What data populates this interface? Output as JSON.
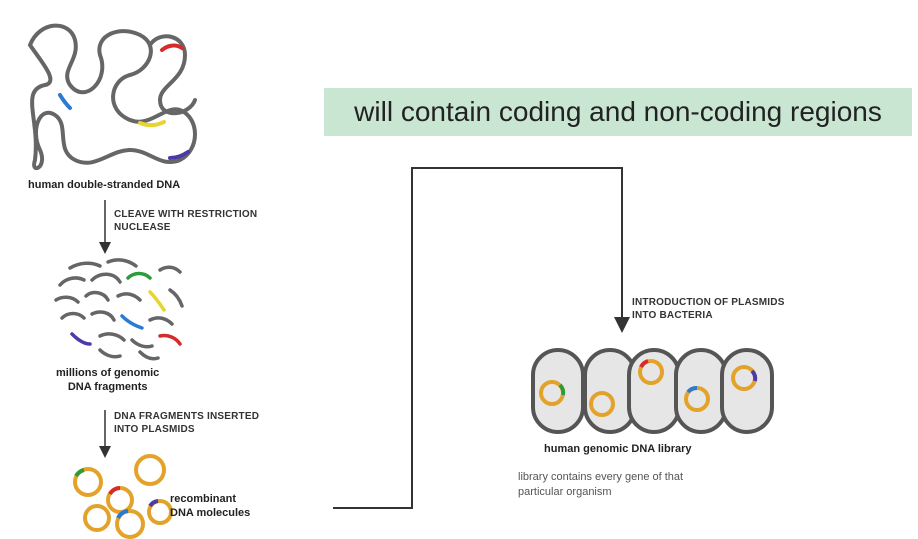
{
  "banner": {
    "text": "will contain coding and non-coding regions",
    "bg": "#c9e6d2"
  },
  "labels": {
    "human_dna": "human double-stranded DNA",
    "fragments_line1": "millions of genomic",
    "fragments_line2": "DNA fragments",
    "recombinant_line1": "recombinant",
    "recombinant_line2": "DNA molecules",
    "library": "human genomic DNA library",
    "library_note_line1": "library contains every gene of that",
    "library_note_line2": "particular organism"
  },
  "steps": {
    "cleave_line1": "CLEAVE WITH RESTRICTION",
    "cleave_line2": "NUCLEASE",
    "insert_line1": "DNA FRAGMENTS INSERTED",
    "insert_line2": "INTO PLASMIDS",
    "introduce_line1": "INTRODUCTION OF PLASMIDS",
    "introduce_line2": "INTO BACTERIA"
  },
  "colors": {
    "dna": "#666666",
    "red": "#d62b2b",
    "green": "#2e9b3a",
    "blue": "#2a7bd1",
    "yellow": "#e8d431",
    "purple": "#4b3aa8",
    "plasmid": "#e3a32b",
    "cell_outline": "#555555"
  }
}
